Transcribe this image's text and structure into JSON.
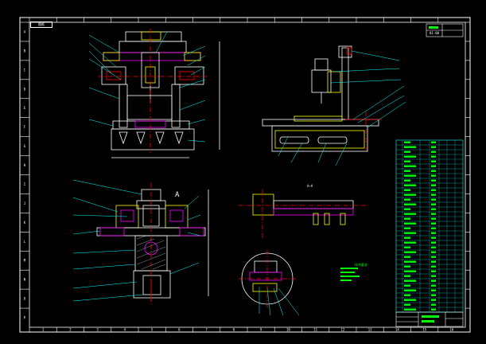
{
  "drawing": {
    "title_tag": "图纸",
    "section_mark": "A",
    "stamp_top_right": "01-00",
    "notes_heading": "技术要求",
    "view_caption": "A—A"
  },
  "colors": {
    "background": "#000000",
    "border": "#ffffff",
    "grid_green": "#00ff00",
    "cyan": "#00ffff",
    "red": "#ff0000",
    "yellow": "#ffff00",
    "magenta": "#ff00ff",
    "white": "#ffffff"
  },
  "border_zone_letters": [
    "A",
    "B",
    "C",
    "D",
    "E",
    "F",
    "G",
    "H",
    "I",
    "J",
    "K",
    "L",
    "M",
    "N",
    "O",
    "P"
  ],
  "border_zone_numbers": [
    "1",
    "2",
    "3",
    "4",
    "5",
    "6",
    "7",
    "8",
    "9",
    "10",
    "11",
    "12",
    "13",
    "14",
    "15",
    "16"
  ]
}
